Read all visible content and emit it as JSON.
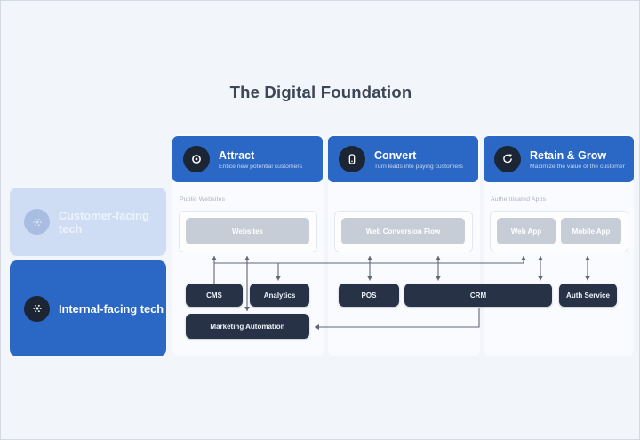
{
  "page": {
    "title": "The Digital Foundation"
  },
  "colors": {
    "accent_blue": "#2b67c4",
    "dark_navy": "#273247",
    "faded_row_blue": "#cfddf4",
    "gray_button": "#c7cdd7",
    "background": "#f2f5f9",
    "arrow": "#5f6673"
  },
  "funnel_stages": [
    {
      "label": "Attract",
      "description": "Entice new potential customers",
      "icon": "target-icon"
    },
    {
      "label": "Convert",
      "description": "Turn leads into paying customers",
      "icon": "phone-icon"
    },
    {
      "label": "Retain & Grow",
      "description": "Maximize the value of the customer",
      "icon": "sync-icon"
    }
  ],
  "rows": {
    "customer": {
      "label": "Customer-facing tech",
      "icon": "hub-icon"
    },
    "internal": {
      "label": "Internal-facing tech",
      "icon": "hub-icon"
    }
  },
  "customer_tech": {
    "public_websites_label": "Public Websites",
    "authenticated_apps_label": "Authenticated Apps",
    "websites": "Websites",
    "web_conversion_flow": "Web Conversion Flow",
    "web_app": "Web App",
    "mobile_app": "Mobile App"
  },
  "internal_tech": {
    "cms": "CMS",
    "analytics": "Analytics",
    "marketing_automation": "Marketing Automation",
    "pos": "POS",
    "crm": "CRM",
    "auth_service": "Auth Service"
  }
}
